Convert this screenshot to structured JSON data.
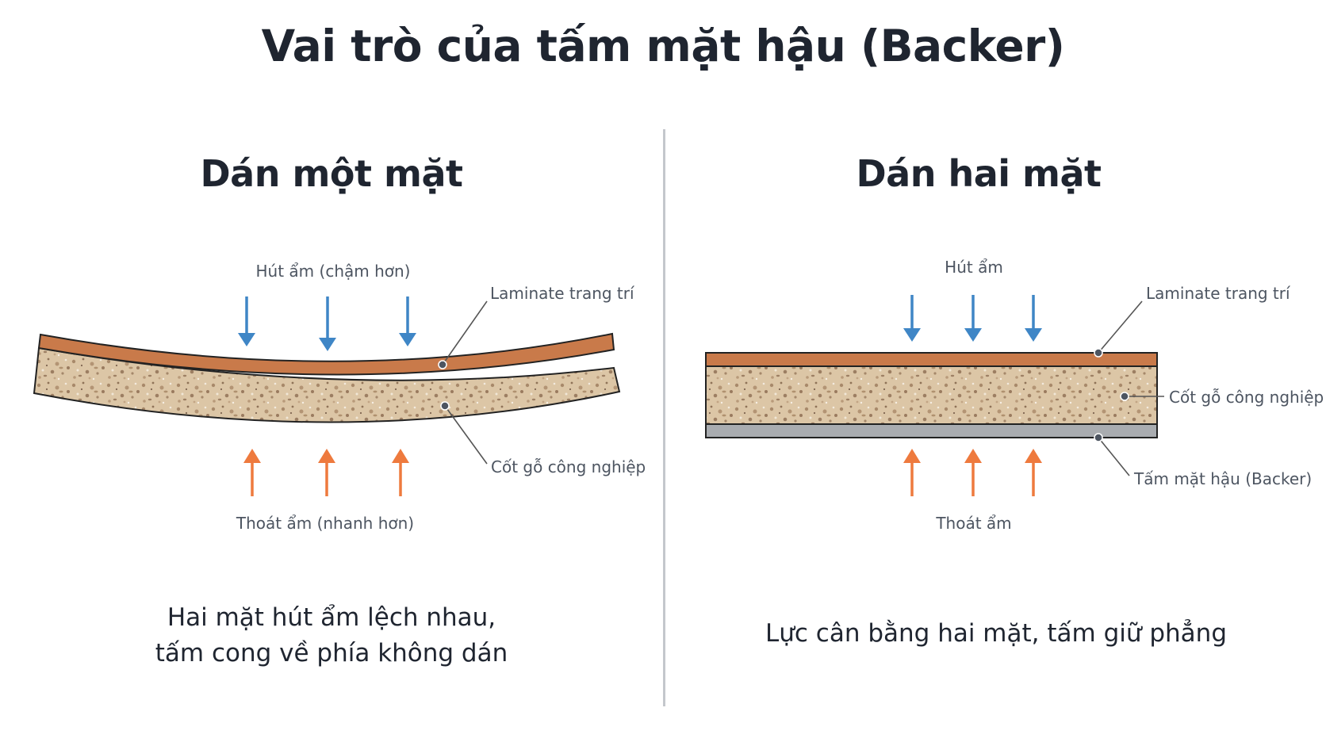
{
  "title": "Vai trò của tấm mặt hậu (Backer)",
  "colors": {
    "laminate": "#c97a4a",
    "core": "#d8c2a3",
    "backer": "#a9acb0",
    "arrow_in": "#3f86c6",
    "arrow_out": "#ee7a3e",
    "divider": "#c4c7cc"
  },
  "left_panel": {
    "title": "Dán một mặt",
    "top_label": "Hút ẩm (chậm hơn)",
    "bottom_label": "Thoát ẩm (nhanh hơn)",
    "laminate_label": "Laminate trang trí",
    "core_label": "Cốt gỗ công nghiệp",
    "caption_line1": "Hai mặt hút ẩm lệch nhau,",
    "caption_line2": "tấm cong về phía không dán"
  },
  "right_panel": {
    "title": "Dán hai mặt",
    "top_label": "Hút ẩm",
    "bottom_label": "Thoát ẩm",
    "laminate_label": "Laminate trang trí",
    "core_label": "Cốt gỗ công nghiệp",
    "backer_label": "Tấm mặt hậu (Backer)",
    "caption": "Lực cân bằng hai mặt, tấm giữ phẳng"
  }
}
